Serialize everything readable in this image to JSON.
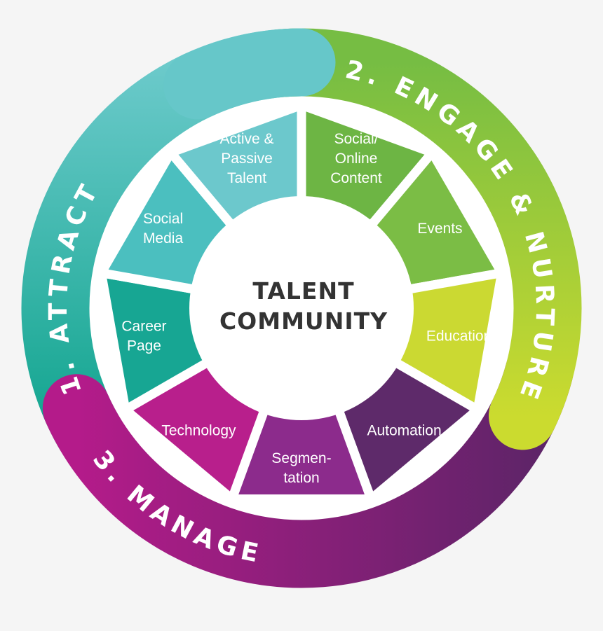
{
  "center": {
    "lines": [
      "TALENT",
      "COMMUNITY"
    ],
    "color": "#333333"
  },
  "phases": [
    {
      "label": "1. ATTRACT",
      "colors": [
        "#6ccacb",
        "#12a58f"
      ]
    },
    {
      "label": "2. ENGAGE & NURTURE",
      "colors": [
        "#76bd43",
        "#cbdb2f"
      ]
    },
    {
      "label": "3. MANAGE",
      "colors": [
        "#b41b8a",
        "#5e2468"
      ]
    }
  ],
  "segments": [
    {
      "lines": [
        "Social/",
        "Online",
        "Content"
      ],
      "color": "#6db544"
    },
    {
      "lines": [
        "Events"
      ],
      "color": "#7bbd45"
    },
    {
      "lines": [
        "Education"
      ],
      "color": "#cbd932"
    },
    {
      "lines": [
        "Automation"
      ],
      "color": "#5e2a6a"
    },
    {
      "lines": [
        "Segmen-",
        "tation"
      ],
      "color": "#8c2b8c"
    },
    {
      "lines": [
        "Technology"
      ],
      "color": "#b81f8c"
    },
    {
      "lines": [
        "Career",
        "Page"
      ],
      "color": "#17a693"
    },
    {
      "lines": [
        "Social",
        "Media"
      ],
      "color": "#4bbfbf"
    },
    {
      "lines": [
        "Active &",
        "Passive",
        "Talent"
      ],
      "color": "#6cc8cc"
    }
  ]
}
